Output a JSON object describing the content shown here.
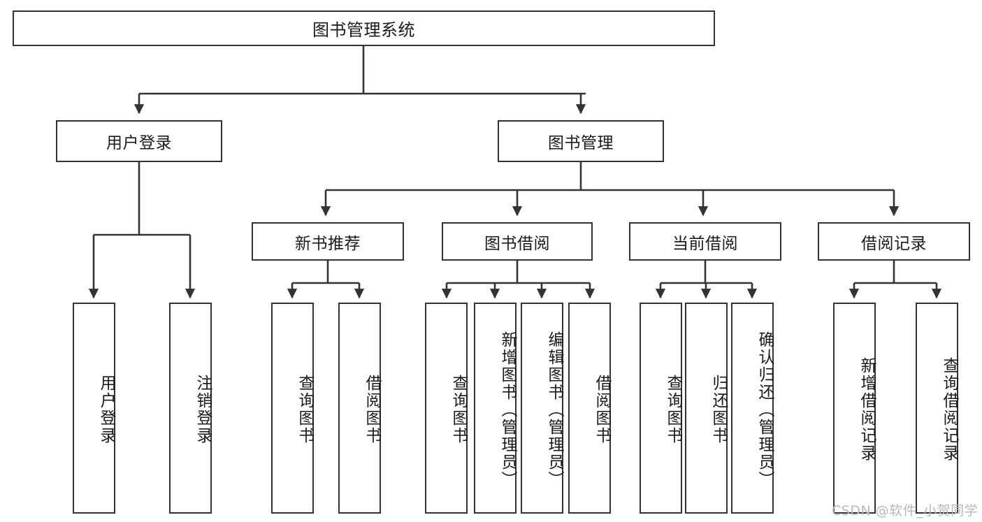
{
  "diagram": {
    "type": "tree-hierarchy-chart",
    "title": "图书管理系统",
    "background_color": "#ffffff",
    "line_color": "#333333",
    "text_color": "#1a1a1a",
    "root": {
      "id": "root",
      "label": "图书管理系统"
    },
    "level2": [
      {
        "id": "user-login",
        "label": "用户登录"
      },
      {
        "id": "book-manage",
        "label": "图书管理"
      }
    ],
    "level3": [
      {
        "id": "new-book-rec",
        "label": "新书推荐",
        "parent": "book-manage"
      },
      {
        "id": "book-borrow",
        "label": "图书借阅",
        "parent": "book-manage"
      },
      {
        "id": "current-borrow",
        "label": "当前借阅",
        "parent": "book-manage"
      },
      {
        "id": "borrow-record",
        "label": "借阅记录",
        "parent": "book-manage"
      }
    ],
    "leaves": [
      {
        "id": "leaf-user-login",
        "label": "用户登录",
        "parent": "user-login"
      },
      {
        "id": "leaf-logout",
        "label": "注销登录",
        "parent": "user-login"
      },
      {
        "id": "leaf-query-book-1",
        "label": "查询图书",
        "parent": "new-book-rec"
      },
      {
        "id": "leaf-borrow-book-1",
        "label": "借阅图书",
        "parent": "new-book-rec"
      },
      {
        "id": "leaf-query-book-2",
        "label": "查询图书",
        "parent": "book-borrow"
      },
      {
        "id": "leaf-add-book",
        "label": "新增图书（管理员）",
        "parent": "book-borrow"
      },
      {
        "id": "leaf-edit-book",
        "label": "编辑图书（管理员）",
        "parent": "book-borrow"
      },
      {
        "id": "leaf-borrow-book-2",
        "label": "借阅图书",
        "parent": "book-borrow"
      },
      {
        "id": "leaf-query-book-3",
        "label": "查询图书",
        "parent": "current-borrow"
      },
      {
        "id": "leaf-return-book",
        "label": "归还图书",
        "parent": "current-borrow"
      },
      {
        "id": "leaf-confirm-return",
        "label": "确认归还（管理员）",
        "parent": "current-borrow"
      },
      {
        "id": "leaf-add-record",
        "label": "新增借阅记录",
        "parent": "borrow-record"
      },
      {
        "id": "leaf-query-record",
        "label": "查询借阅记录",
        "parent": "borrow-record"
      }
    ],
    "watermark": "CSDN @软件_小贺同学"
  }
}
